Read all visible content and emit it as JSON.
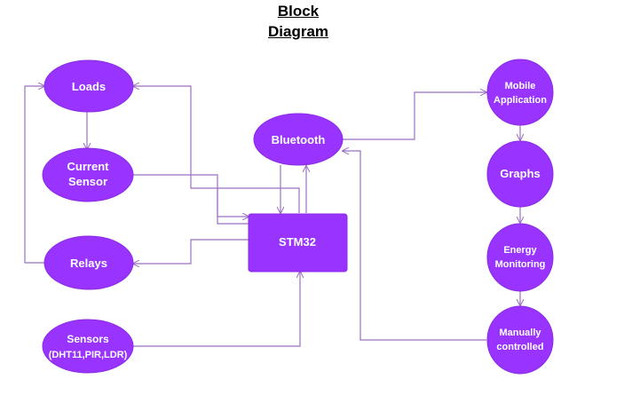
{
  "title": {
    "line1": "Block",
    "line2": "Diagram"
  },
  "colors": {
    "node_fill": "#9933ff",
    "node_stroke": "#8a2be2",
    "edge": "#9b6fc2",
    "text": "#ffffff"
  },
  "nodes": {
    "loads": {
      "lines": [
        "Loads"
      ]
    },
    "current_sensor": {
      "lines": [
        "Current",
        "Sensor"
      ]
    },
    "relays": {
      "lines": [
        "Relays"
      ]
    },
    "sensors": {
      "lines": [
        "Sensors",
        "(DHT11,PIR,LDR)"
      ]
    },
    "bluetooth": {
      "lines": [
        "Bluetooth"
      ]
    },
    "stm32": {
      "lines": [
        "STM32"
      ]
    },
    "mobile_app": {
      "lines": [
        "Mobile",
        "Application"
      ]
    },
    "graphs": {
      "lines": [
        "Graphs"
      ]
    },
    "energy_monitoring": {
      "lines": [
        "Energy",
        "Monitoring"
      ]
    },
    "manually_controlled": {
      "lines": [
        "Manually",
        "controlled"
      ]
    }
  }
}
